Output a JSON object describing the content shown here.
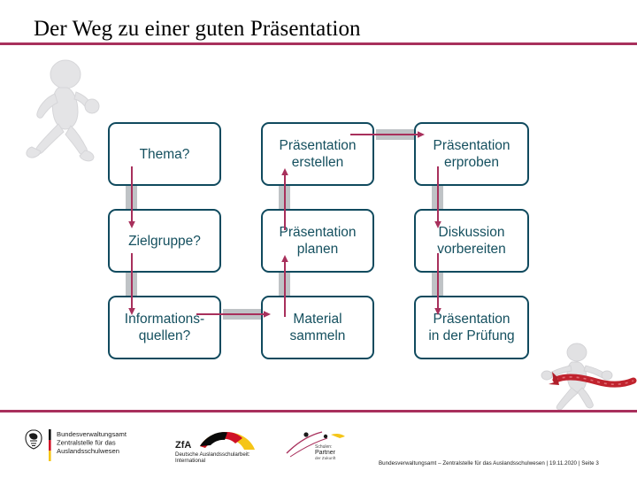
{
  "slide": {
    "title": "Der Weg zu einer guten Präsentation",
    "accent_color": "#a8305c",
    "node_border_color": "#104a5e",
    "node_text_color": "#15505f",
    "connector_color": "#bfc3c6",
    "arrow_color": "#a8305c"
  },
  "flow": {
    "columns": [
      {
        "name": "vorbereitung",
        "nodes": [
          {
            "id": "thema",
            "label": "Thema?"
          },
          {
            "id": "zielgruppe",
            "label": "Zielgruppe?"
          },
          {
            "id": "informationsquellen",
            "label": "Informations-\nquellen?"
          }
        ]
      },
      {
        "name": "erstellung",
        "nodes": [
          {
            "id": "praesentation-erstellen",
            "label": "Präsentation\nerstellen"
          },
          {
            "id": "praesentation-planen",
            "label": "Präsentation\nplanen"
          },
          {
            "id": "material-sammeln",
            "label": "Material\nsammeln"
          }
        ]
      },
      {
        "name": "durchfuehrung",
        "nodes": [
          {
            "id": "praesentation-erproben",
            "label": "Präsentation\nerproben"
          },
          {
            "id": "diskussion-vorbereiten",
            "label": "Diskussion\nvorbereiten"
          },
          {
            "id": "praesentation-pruefung",
            "label": "Präsentation\nin der Prüfung"
          }
        ]
      }
    ],
    "connectors": [
      {
        "id": "thema-to-zielgruppe",
        "direction": "down"
      },
      {
        "id": "zielgruppe-to-informationsquellen",
        "direction": "down"
      },
      {
        "id": "informationsquellen-to-material",
        "direction": "right"
      },
      {
        "id": "material-to-planen",
        "direction": "up"
      },
      {
        "id": "planen-to-erstellen",
        "direction": "up"
      },
      {
        "id": "erstellen-to-erproben",
        "direction": "right"
      },
      {
        "id": "erproben-to-diskussion",
        "direction": "down"
      },
      {
        "id": "diskussion-to-pruefung",
        "direction": "down"
      }
    ]
  },
  "footer": {
    "credit": "Bundesverwaltungsamt – Zentralstelle für das Auslandsschulwesen | 19.11.2020 | Seite 3",
    "logos": [
      {
        "id": "bva",
        "line1": "Bundesverwaltungsamt",
        "line2": "Zentralstelle für das",
        "line3": "Auslandsschulwesen"
      },
      {
        "id": "zfa",
        "line1": "ZfA",
        "line2": "Deutsche Auslandsschularbeit:",
        "line3": "International"
      },
      {
        "id": "psz",
        "line1": "Schulen:",
        "line2": "Partner",
        "line3": "der Zukunft"
      }
    ]
  },
  "decorations": {
    "runner_left": "running-figure-icon",
    "runner_right": "runner-finish-line-icon"
  }
}
